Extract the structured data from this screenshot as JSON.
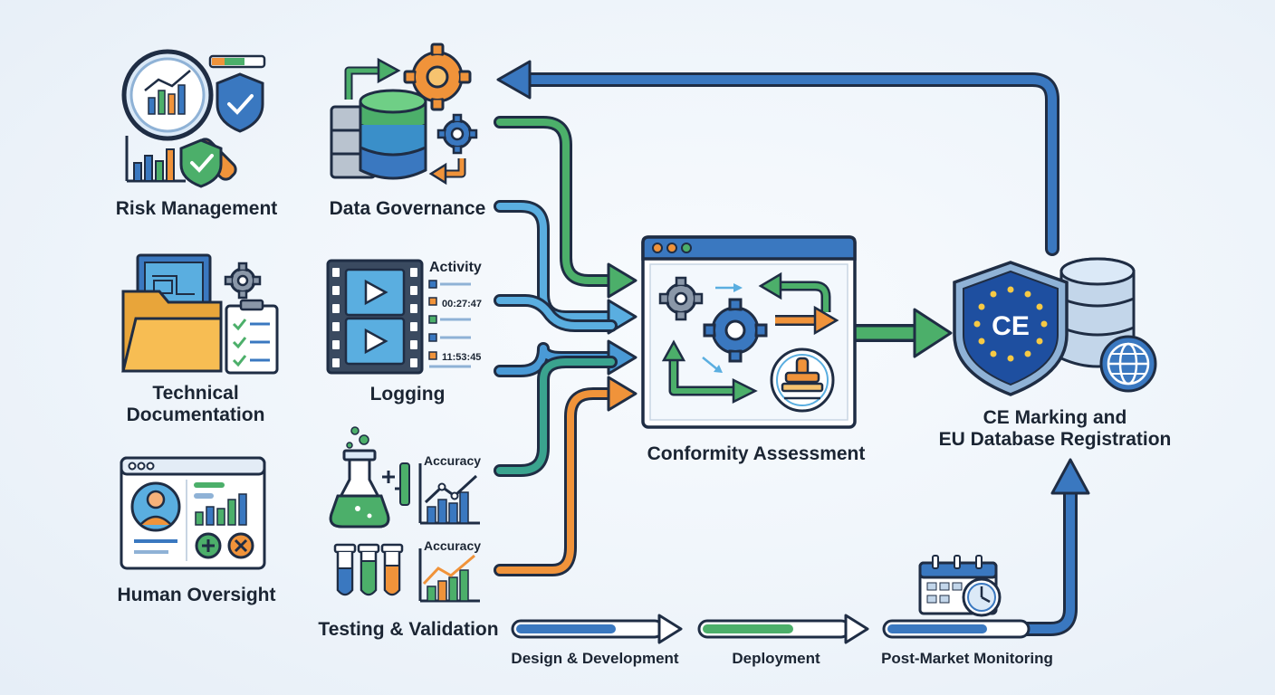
{
  "components": {
    "risk_management": "Risk Management",
    "data_governance": "Data Governance",
    "technical_documentation_line1": "Technical",
    "technical_documentation_line2": "Documentation",
    "logging": "Logging",
    "human_oversight": "Human Oversight",
    "testing_validation": "Testing & Validation"
  },
  "logging_panel": {
    "title": "Activity",
    "time1": "00:27:47",
    "time2": "11:53:45"
  },
  "testing_panel": {
    "chart1_title": "Accuracy",
    "chart2_title": "Accuracy"
  },
  "center": {
    "title": "Conformity Assessment"
  },
  "result": {
    "line1": "CE Marking and",
    "line2": "EU Database Registration",
    "badge": "CE"
  },
  "lifecycle": {
    "stage1": "Design & Development",
    "stage2": "Deployment",
    "stage3": "Post-Market Monitoring"
  },
  "colors": {
    "navy": "#1f2d44",
    "blue": "#3a78c0",
    "light_blue": "#5aaee0",
    "green": "#4caf6a",
    "orange": "#f0933a",
    "eu_blue": "#1e4fa0",
    "gold": "#f6c944"
  }
}
